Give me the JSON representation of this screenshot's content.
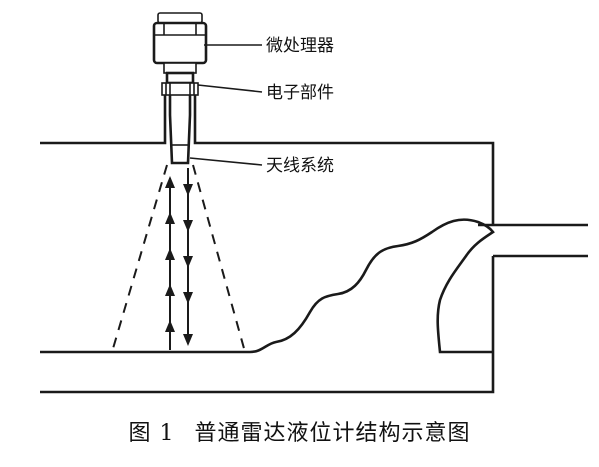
{
  "labels": {
    "microprocessor": "微处理器",
    "electronics": "电子部件",
    "antenna": "天线系统"
  },
  "caption": {
    "prefix": "图 1",
    "text": "普通雷达液位计结构示意图"
  }
}
